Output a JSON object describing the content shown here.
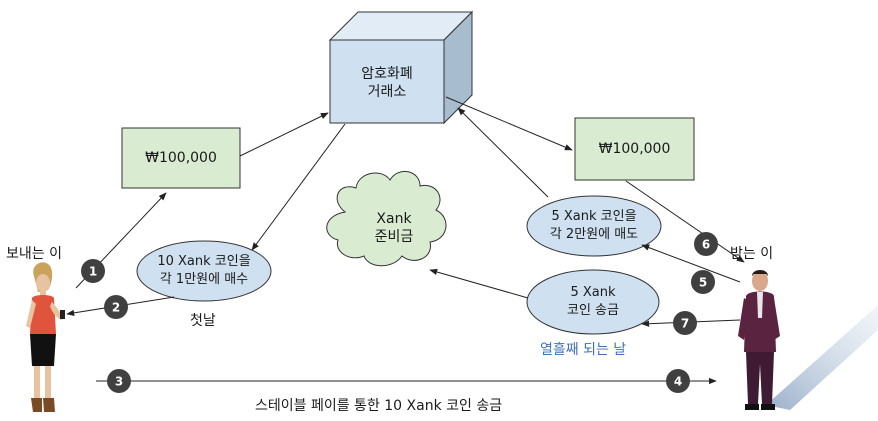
{
  "exchange": {
    "line1": "암호화폐",
    "line2": "거래소"
  },
  "money_left": "₩100,000",
  "money_right": "₩100,000",
  "reserve": {
    "line1": "Xank",
    "line2": "준비금"
  },
  "buy_bubble": {
    "line1": "10 Xank 코인을",
    "line2": "각 1만원에 매수"
  },
  "sell_bubble": {
    "line1": "5 Xank 코인을",
    "line2": "각 2만원에 매도"
  },
  "send_bubble": {
    "line1": "5 Xank",
    "line2": "코인 송금"
  },
  "sender_label": "보내는 이",
  "receiver_label": "받는 이",
  "day_one_label": "첫날",
  "day_fifteen_label": "열흘째 되는 날",
  "bottom_caption": "스테이블 페이를 통한 10 Xank 코인 송금",
  "steps": [
    "1",
    "2",
    "3",
    "4",
    "5",
    "6",
    "7"
  ],
  "colors": {
    "exchange_front": "#cfe0f1",
    "exchange_side": "#a8bccf",
    "money_fill": "#d9ecd2",
    "bubble_fill": "#cfe0f1",
    "cloud_fill": "#d9ecd2",
    "step_circle": "#404040",
    "day_fifteen_text": "#3d6fbf"
  }
}
